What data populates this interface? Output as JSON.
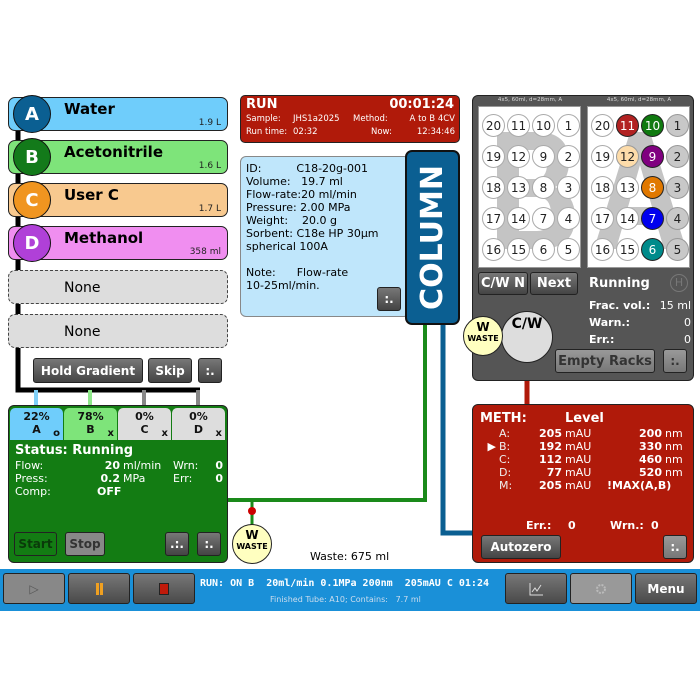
{
  "solvents": [
    {
      "letter": "A",
      "name": "Water",
      "volume": "1.9 L",
      "color": "#6fcdfb",
      "circle": "#0b5f92"
    },
    {
      "letter": "B",
      "name": "Acetonitrile",
      "volume": "1.6 L",
      "color": "#7ee47a",
      "circle": "#137a1a"
    },
    {
      "letter": "C",
      "name": "User C",
      "volume": "1.7 L",
      "color": "#f8c98f",
      "circle": "#f09520"
    },
    {
      "letter": "D",
      "name": "Methanol",
      "volume": "358 ml",
      "color": "#f08ef0",
      "circle": "#b040d8"
    }
  ],
  "empty_slots": [
    "None",
    "None"
  ],
  "gradient_buttons": {
    "hold": "Hold Gradient",
    "skip": "Skip",
    "more": ":."
  },
  "pump": {
    "tabs": [
      {
        "pct": "22%",
        "letter": "A",
        "mark": "o"
      },
      {
        "pct": "78%",
        "letter": "B",
        "mark": "x"
      },
      {
        "pct": "0%",
        "letter": "C",
        "mark": "x"
      },
      {
        "pct": "0%",
        "letter": "D",
        "mark": "x"
      }
    ],
    "status": "Status: Running",
    "flow_label": "Flow:",
    "flow_value": "20",
    "flow_unit": "ml/min",
    "wrn_label": "Wrn:",
    "wrn_value": "0",
    "press_label": "Press:",
    "press_value": "0.2",
    "press_unit": "MPa",
    "err_label": "Err:",
    "err_value": "0",
    "comp_label": "Comp:",
    "comp_value": "OFF",
    "start": "Start",
    "stop": "Stop",
    "more1": ".:.",
    "more2": ":."
  },
  "run": {
    "title": "RUN",
    "timer": "00:01:24",
    "sample_label": "Sample:",
    "sample": "JHS1a2025",
    "method_label": "Method:",
    "method": "A to B 4CV",
    "runtime_label": "Run time:",
    "runtime": "02:32",
    "now_label": "Now:",
    "now": "12:34:46"
  },
  "column": {
    "label": "COLUMN",
    "lines": [
      "ID:          C18-20g-001",
      "Volume:   19.7 ml",
      "Flow-rate:20 ml/min",
      "Pressure: 2.00 MPa",
      "Weight:    20.0 g",
      "Sorbent: C18e HP 30µm",
      "spherical 100A",
      "",
      "Note:      Flow-rate",
      "10-25ml/min."
    ],
    "more": ":."
  },
  "rack": {
    "racks": [
      {
        "header": "4x5, 60ml, d=28mm, A",
        "letter": "B"
      },
      {
        "header": "4x5, 60ml, d=28mm, A",
        "letter": "A"
      }
    ],
    "rows": [
      [
        20,
        11,
        10,
        1
      ],
      [
        19,
        12,
        9,
        2
      ],
      [
        18,
        13,
        8,
        3
      ],
      [
        17,
        14,
        7,
        4
      ],
      [
        16,
        15,
        6,
        5
      ]
    ],
    "tube_colors": {
      "11": "#b22222",
      "10": "#107a10",
      "9": "#800080",
      "8": "#e07800",
      "7": "#0000ee",
      "6": "#008b8b",
      "12": "#fddcaa",
      "1": "#c8c8c8",
      "2": "#c8c8c8",
      "3": "#c8c8c8",
      "4": "#c8c8c8",
      "5": "#c8c8c8"
    },
    "cwn": "C/W N",
    "next": "Next",
    "status": "Running",
    "h": "H",
    "frac_label": "Frac. vol.:",
    "frac": "15 ml",
    "warn_label": "Warn.:",
    "warn": "0",
    "err_label": "Err.:",
    "err": "0",
    "valve": "C/W",
    "empty": "Empty Racks",
    "more": ":."
  },
  "waste": {
    "w": "W",
    "label": "WASTE",
    "amount": "Waste:  675 ml"
  },
  "detector": {
    "title": "METH:",
    "level": "Level",
    "channels": [
      {
        "ch": "A:",
        "mau": "205",
        "wl": "200",
        "sel": false
      },
      {
        "ch": "B:",
        "mau": "192",
        "wl": "330",
        "sel": true
      },
      {
        "ch": "C:",
        "mau": "112",
        "wl": "460",
        "sel": false
      },
      {
        "ch": "D:",
        "mau": "77",
        "wl": "520",
        "sel": false
      }
    ],
    "m_label": "M:",
    "m_mau": "205",
    "m_expr": "!MAX(A,B)",
    "mau_unit": "mAU",
    "nm_unit": "nm",
    "sel_marker": "▶",
    "err_label": "Err.:",
    "err": "0",
    "wrn_label": "Wrn.:",
    "wrn": "0",
    "autozero": "Autozero",
    "more": ":."
  },
  "bottom": {
    "status": "RUN: ON B  20ml/min 0.1MPa 200nm  205mAU C 01:24",
    "sub": "Finished Tube: A10; Contains:   7.7 ml",
    "menu": "Menu"
  }
}
